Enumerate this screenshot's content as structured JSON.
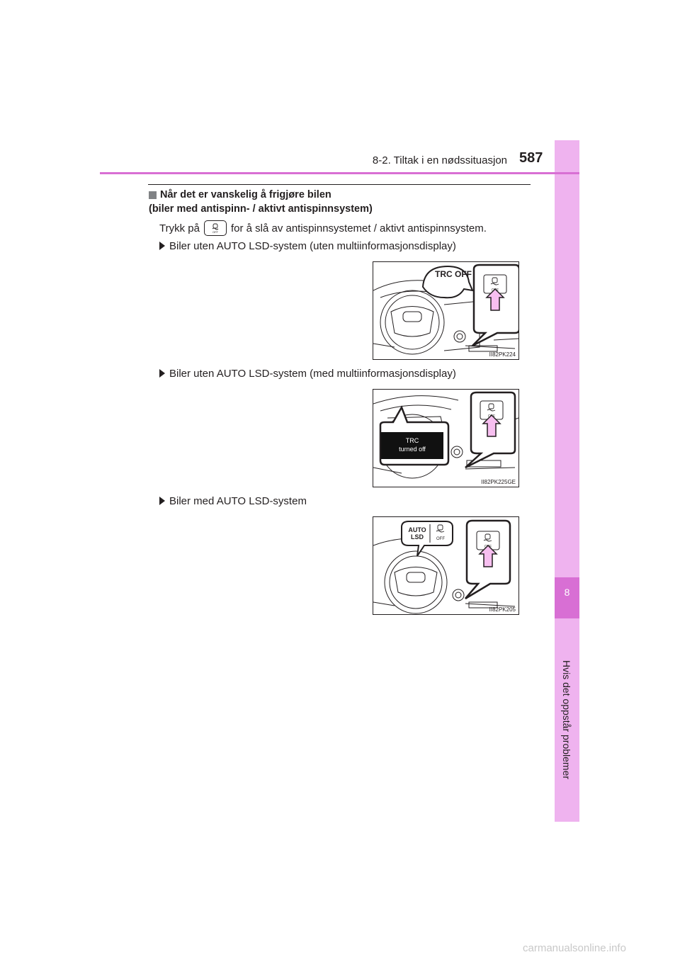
{
  "header": {
    "title": "8-2. Tiltak i en nødssituasjon",
    "page_number": "587"
  },
  "side_tab": {
    "chapter_number": "8",
    "chapter_title": "Hvis det oppstår problemer",
    "color": "#efb3ef",
    "accent": "#d86fd4"
  },
  "section": {
    "heading_line1": "Når det er vanskelig å frigjøre bilen",
    "heading_line2": "(biler med antispinn- / aktivt antispinnsystem)",
    "intro_before": "Trykk på",
    "intro_after": "for å slå av antispinnsystemet / aktivt antispinnsystem.",
    "intro_icon": "trc-off-switch-icon"
  },
  "items": [
    {
      "label": "Biler uten AUTO LSD-system (uten multiinformasjonsdisplay)",
      "figure_code": "II82PK224",
      "indicator": "TRC OFF"
    },
    {
      "label": "Biler uten AUTO LSD-system (med multiinformasjonsdisplay)",
      "figure_code": "II82PK225GE",
      "display_line1": "TRC",
      "display_line2": "turned off"
    },
    {
      "label": "Biler med AUTO LSD-system",
      "figure_code": "II82PK205",
      "indicator_line1": "AUTO",
      "indicator_line2": "LSD",
      "indicator_off": "OFF"
    }
  ],
  "figure_icon_off": "OFF",
  "watermark": "carmanualsonline.info"
}
